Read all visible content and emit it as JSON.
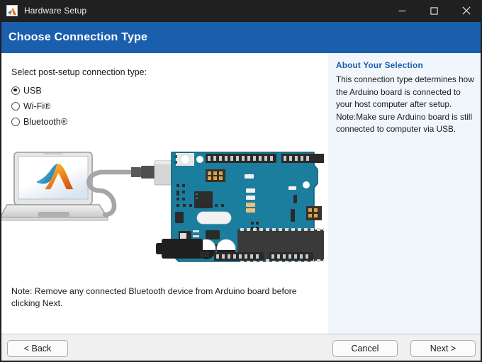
{
  "window": {
    "title": "Hardware Setup",
    "icon": "matlab-logo-icon",
    "controls": {
      "minimize": "minimize-icon",
      "maximize": "maximize-icon",
      "close": "close-icon"
    }
  },
  "banner": {
    "title": "Choose Connection Type",
    "background_color": "#1a5eae",
    "text_color": "#ffffff"
  },
  "main": {
    "prompt": "Select post-setup connection type:",
    "options": [
      {
        "label": "USB",
        "selected": true
      },
      {
        "label": "Wi-Fi®",
        "selected": false
      },
      {
        "label": "Bluetooth®",
        "selected": false
      }
    ],
    "illustration": {
      "name": "laptop-usb-cable-arduino-board-diagram",
      "laptop_screen_logo": "matlab-membrane-logo",
      "cable": "usb-cable",
      "board": "arduino-uno-board",
      "board_color": "#1b7e9e"
    },
    "note": "Note: Remove any connected Bluetooth device from Arduino board before clicking Next."
  },
  "sidebar": {
    "title": "About Your Selection",
    "title_color": "#1a5eae",
    "background_color": "#f1f6fc",
    "paragraphs": [
      "This connection type determines how the Arduino board is connected to your host computer after setup.",
      "Note:Make sure Arduino board is still connected to computer via USB."
    ]
  },
  "footer": {
    "back_label": "< Back",
    "cancel_label": "Cancel",
    "next_label": "Next >"
  }
}
